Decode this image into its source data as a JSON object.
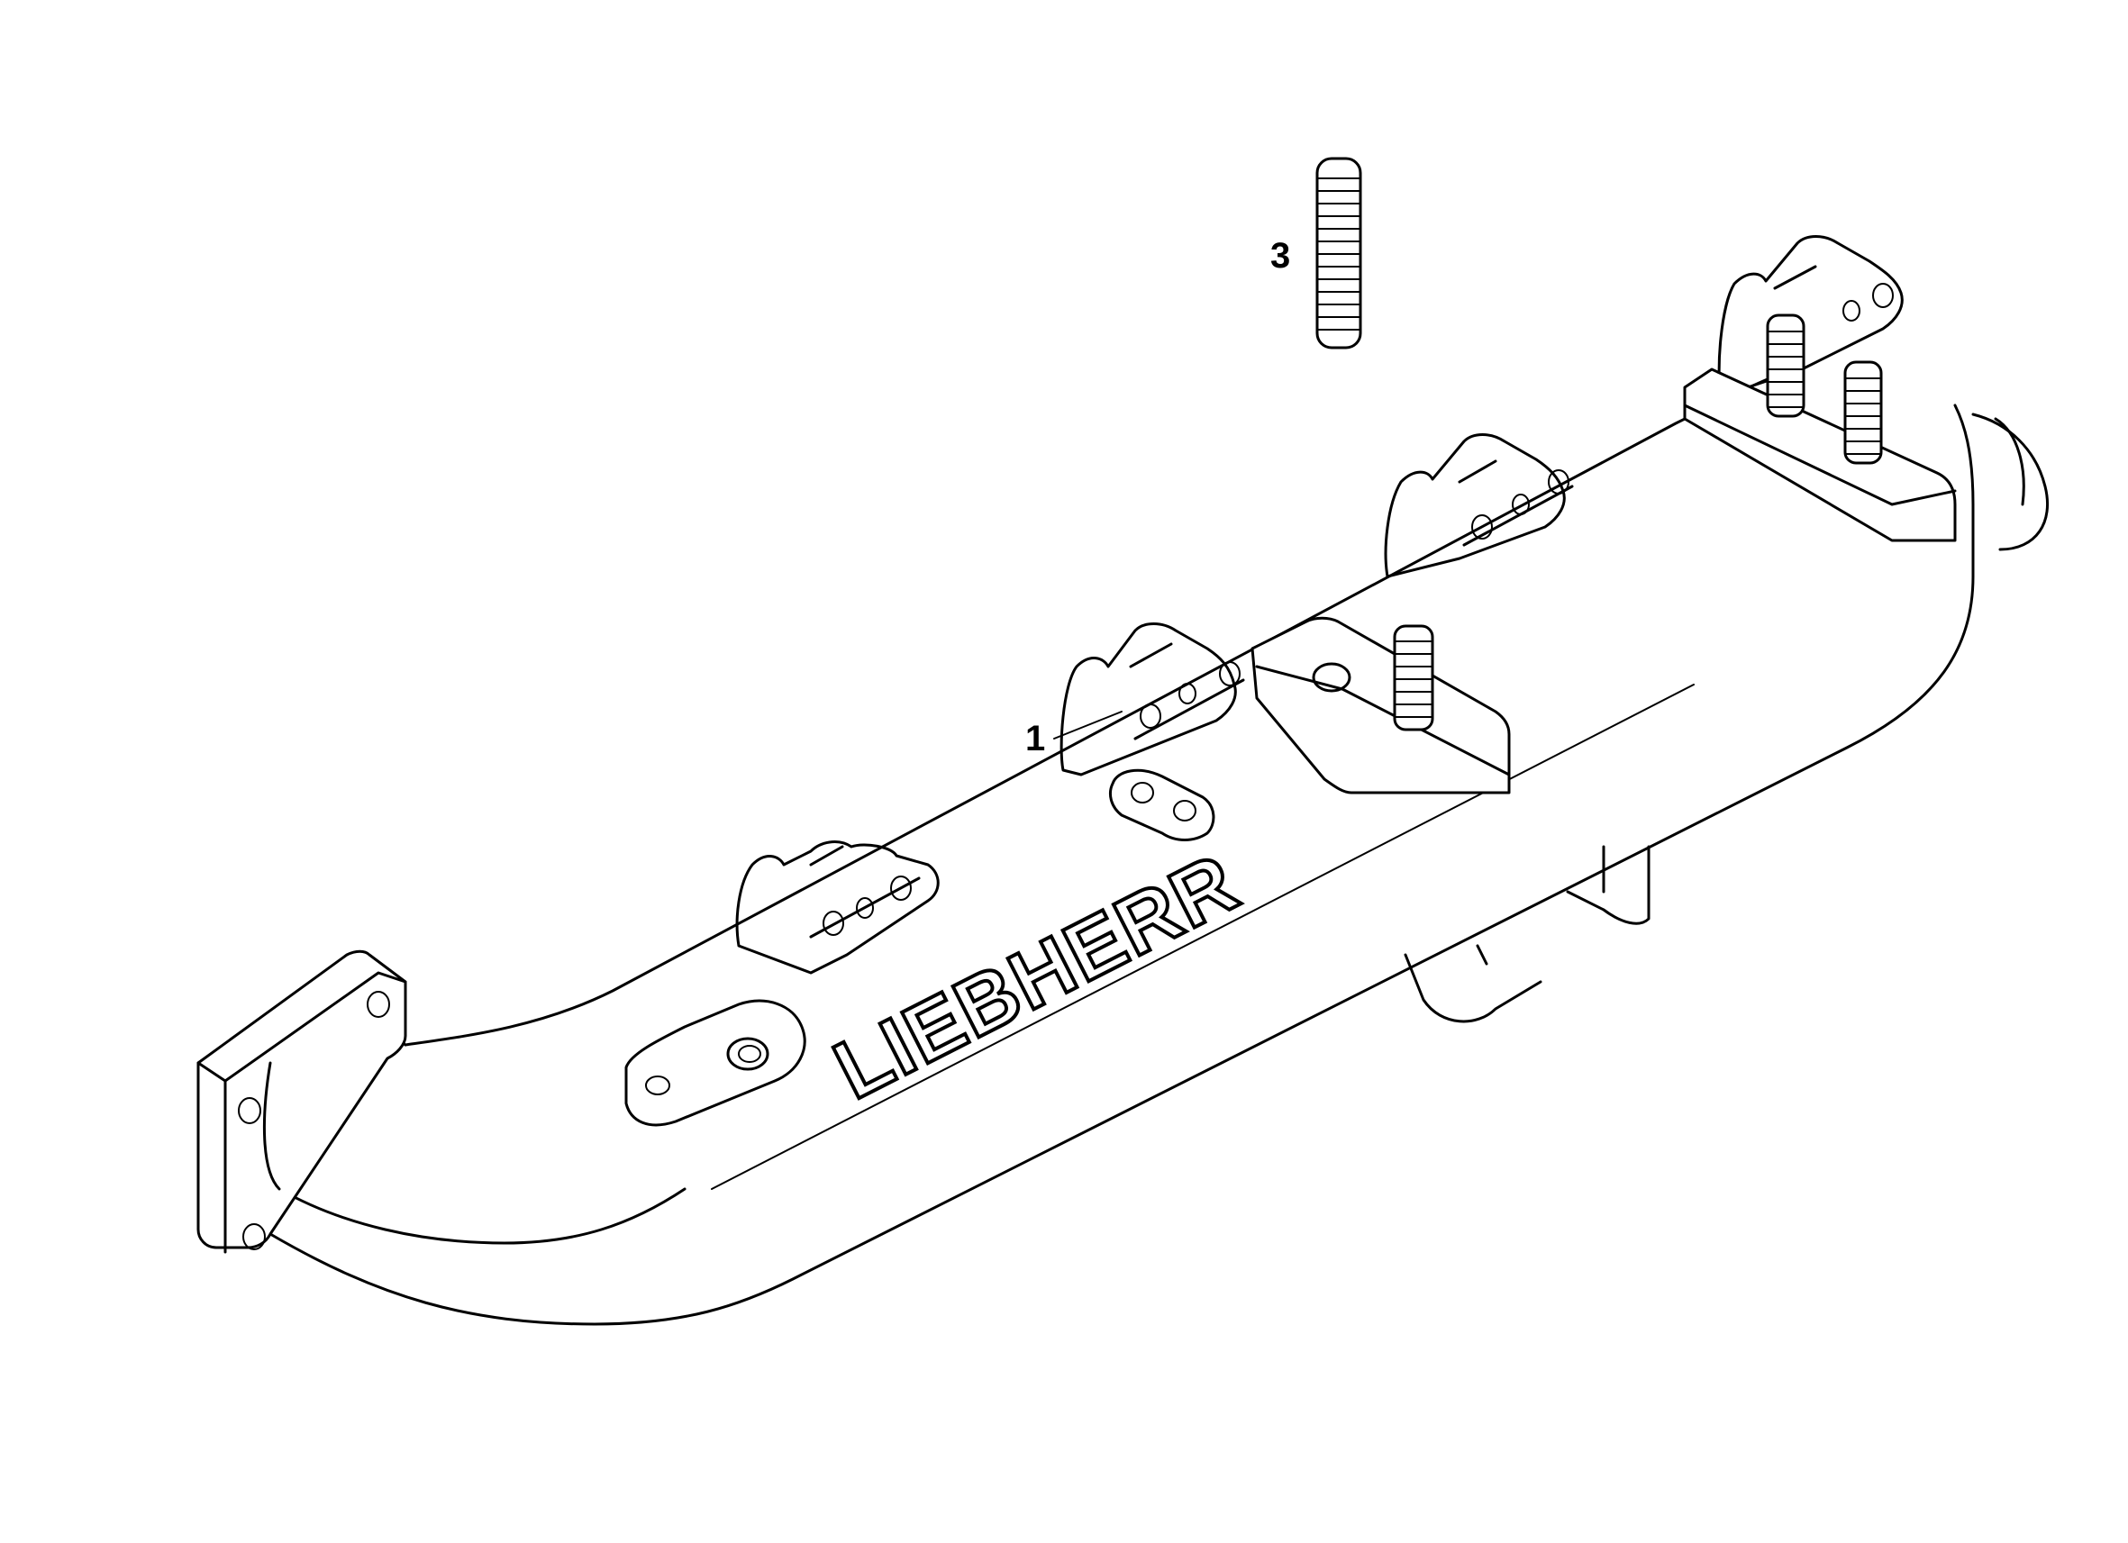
{
  "diagram": {
    "callouts": [
      {
        "id": "1",
        "label": "1"
      },
      {
        "id": "3",
        "label": "3"
      }
    ],
    "brand_marking": "LIEBHERR",
    "colors": {
      "line": "#000000",
      "background": "#ffffff"
    }
  }
}
